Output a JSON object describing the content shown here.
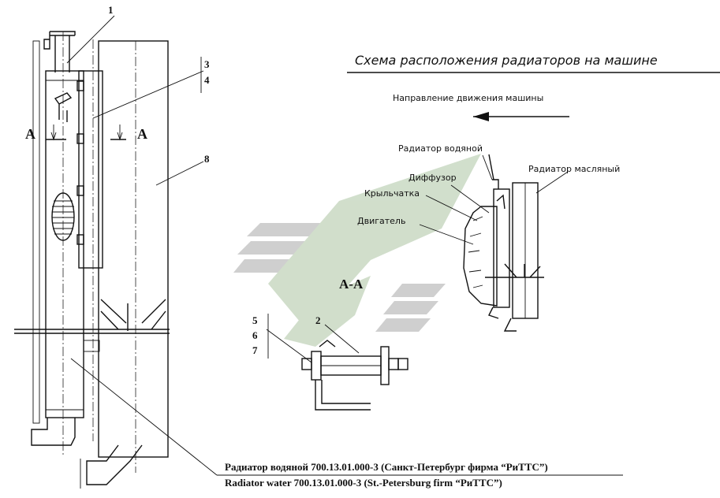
{
  "scheme": {
    "title": "Схема расположения радиаторов на машине",
    "direction": "Направление движения машины",
    "water_radiator": "Радиатор водяной",
    "oil_radiator": "Радиатор масляный",
    "diffuser": "Диффузор",
    "impeller": "Крыльчатка",
    "engine": "Двигатель"
  },
  "callouts": {
    "n1": "1",
    "n2": "2",
    "n3": "3",
    "n4": "4",
    "n5": "5",
    "n6": "6",
    "n7": "7",
    "n8": "8"
  },
  "section": {
    "mark_left": "A",
    "mark_right": "A",
    "view": "A-A"
  },
  "caption": {
    "ru": "Радиатор водяной  700.13.01.000-3 (Санкт-Петербург фирма “РиТТС”)",
    "en": "Radiator  water  700.13.01.000-3 (St.-Petersburg firm “РиТТС”)"
  },
  "colors": {
    "line": "#111111",
    "watermark_gray": "#c7c7c7",
    "watermark_green": "#c9d9c3"
  }
}
